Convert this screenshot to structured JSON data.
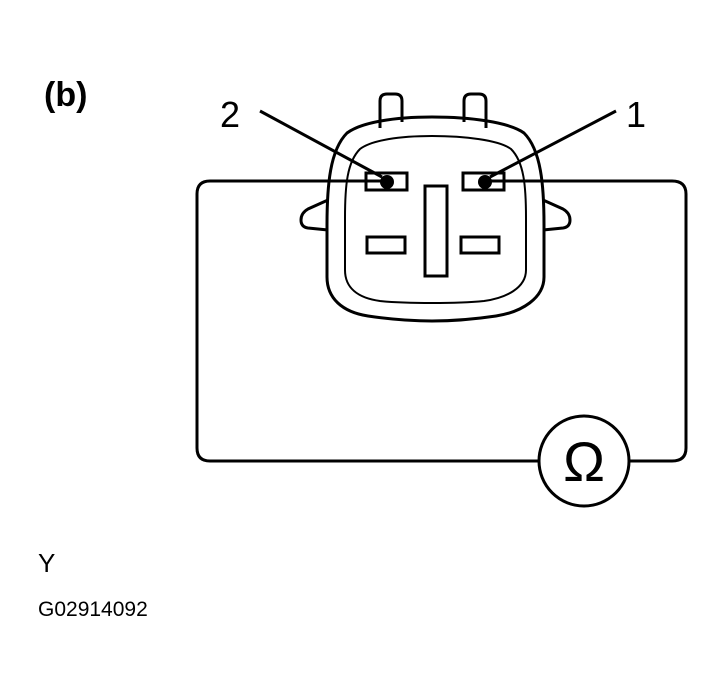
{
  "figure": {
    "label": "(b)"
  },
  "connector": {
    "pins": [
      {
        "label": "2"
      },
      {
        "label": "1"
      }
    ]
  },
  "meter": {
    "symbol": "Ω",
    "icon": "ohmmeter-icon"
  },
  "footer": {
    "code_letter": "Y",
    "drawing_number": "G02914092"
  },
  "colors": {
    "line": "#000000",
    "background": "#ffffff"
  }
}
